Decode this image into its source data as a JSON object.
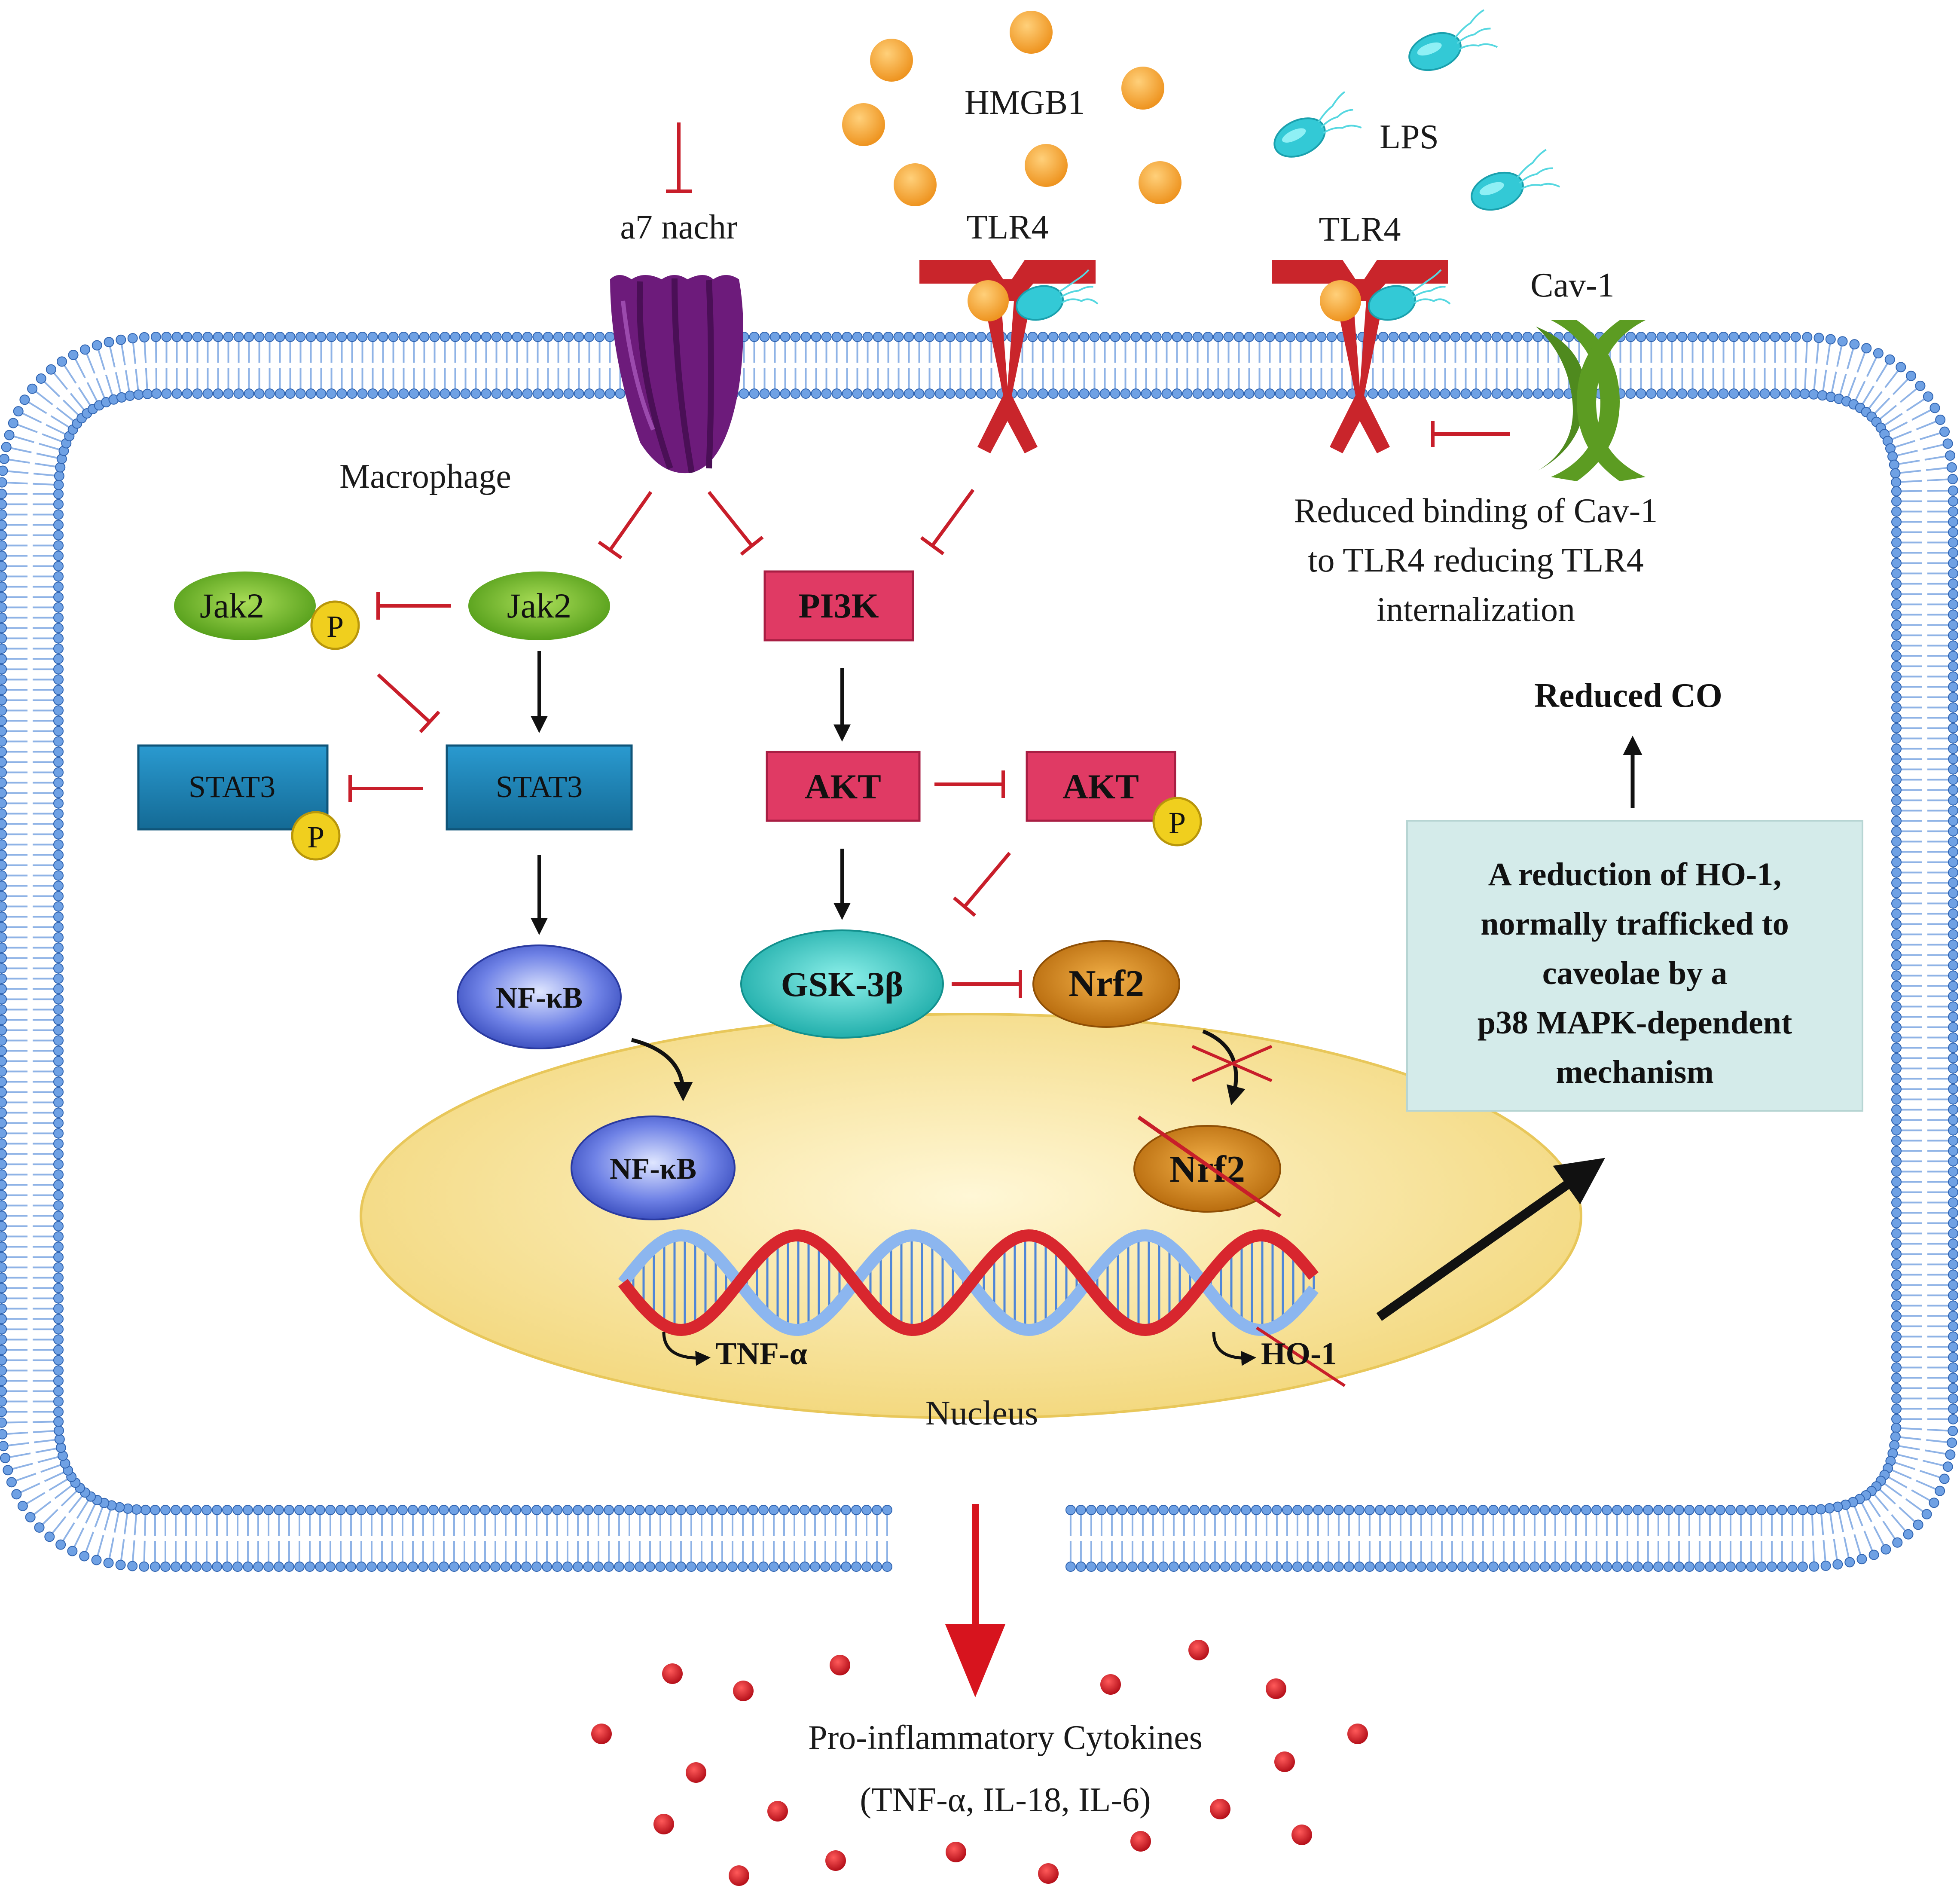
{
  "labels": {
    "hmgb1": "HMGB1",
    "lps": "LPS",
    "a7nachr": "a7 nachr",
    "tlr4_left": "TLR4",
    "tlr4_right": "TLR4",
    "cav1": "Cav-1",
    "macrophage": "Macrophage",
    "cav1_note": [
      "Reduced binding of Cav-1",
      "to TLR4 reducing TLR4",
      "internalization"
    ],
    "reduced_co": "Reduced CO",
    "ho1_box": [
      "A reduction of HO-1,",
      "normally trafficked to",
      "caveolae by a",
      "p38 MAPK-dependent",
      "mechanism"
    ],
    "nucleus": "Nucleus",
    "tnf_gene": "TNF-α",
    "ho1_gene": "HO-1",
    "cytokines": "Pro-inflammatory Cytokines",
    "cytokines_list": "(TNF-α, IL-18, IL-6)"
  },
  "nodes": {
    "jak2": "Jak2",
    "jak2_p": "Jak2",
    "p_badge": "P",
    "stat3": "STAT3",
    "stat3_p": "STAT3",
    "nfkb_cyto": "NF-κB",
    "nfkb_nuc": "NF-κB",
    "pi3k": "PI3K",
    "akt": "AKT",
    "akt_p": "AKT",
    "gsk3b": "GSK-3β",
    "nrf2_cyto": "Nrf2",
    "nrf2_nuc": "Nrf2"
  },
  "colors": {
    "membrane": "#5b8fd6",
    "jak2_green": "#6fb52a",
    "stat3_blue": "#1a7ba8",
    "nfkb_blue": "#4a5fd0",
    "pi3k_red": "#e03a64",
    "gsk_teal": "#2ec4c0",
    "nrf2_orange": "#d9820f",
    "nucleus_yellow": "#f7e39a",
    "info_box": "#d4ebea",
    "inhibit_red": "#c81e2a",
    "tlr4_red": "#c9252b",
    "cav1_green": "#4f8a1e",
    "nachr_purple": "#6b1a7a",
    "hmgb1_orange": "#f0a030",
    "lps_cyan": "#33c9d6",
    "cytokine_dot": "#c8141e"
  }
}
